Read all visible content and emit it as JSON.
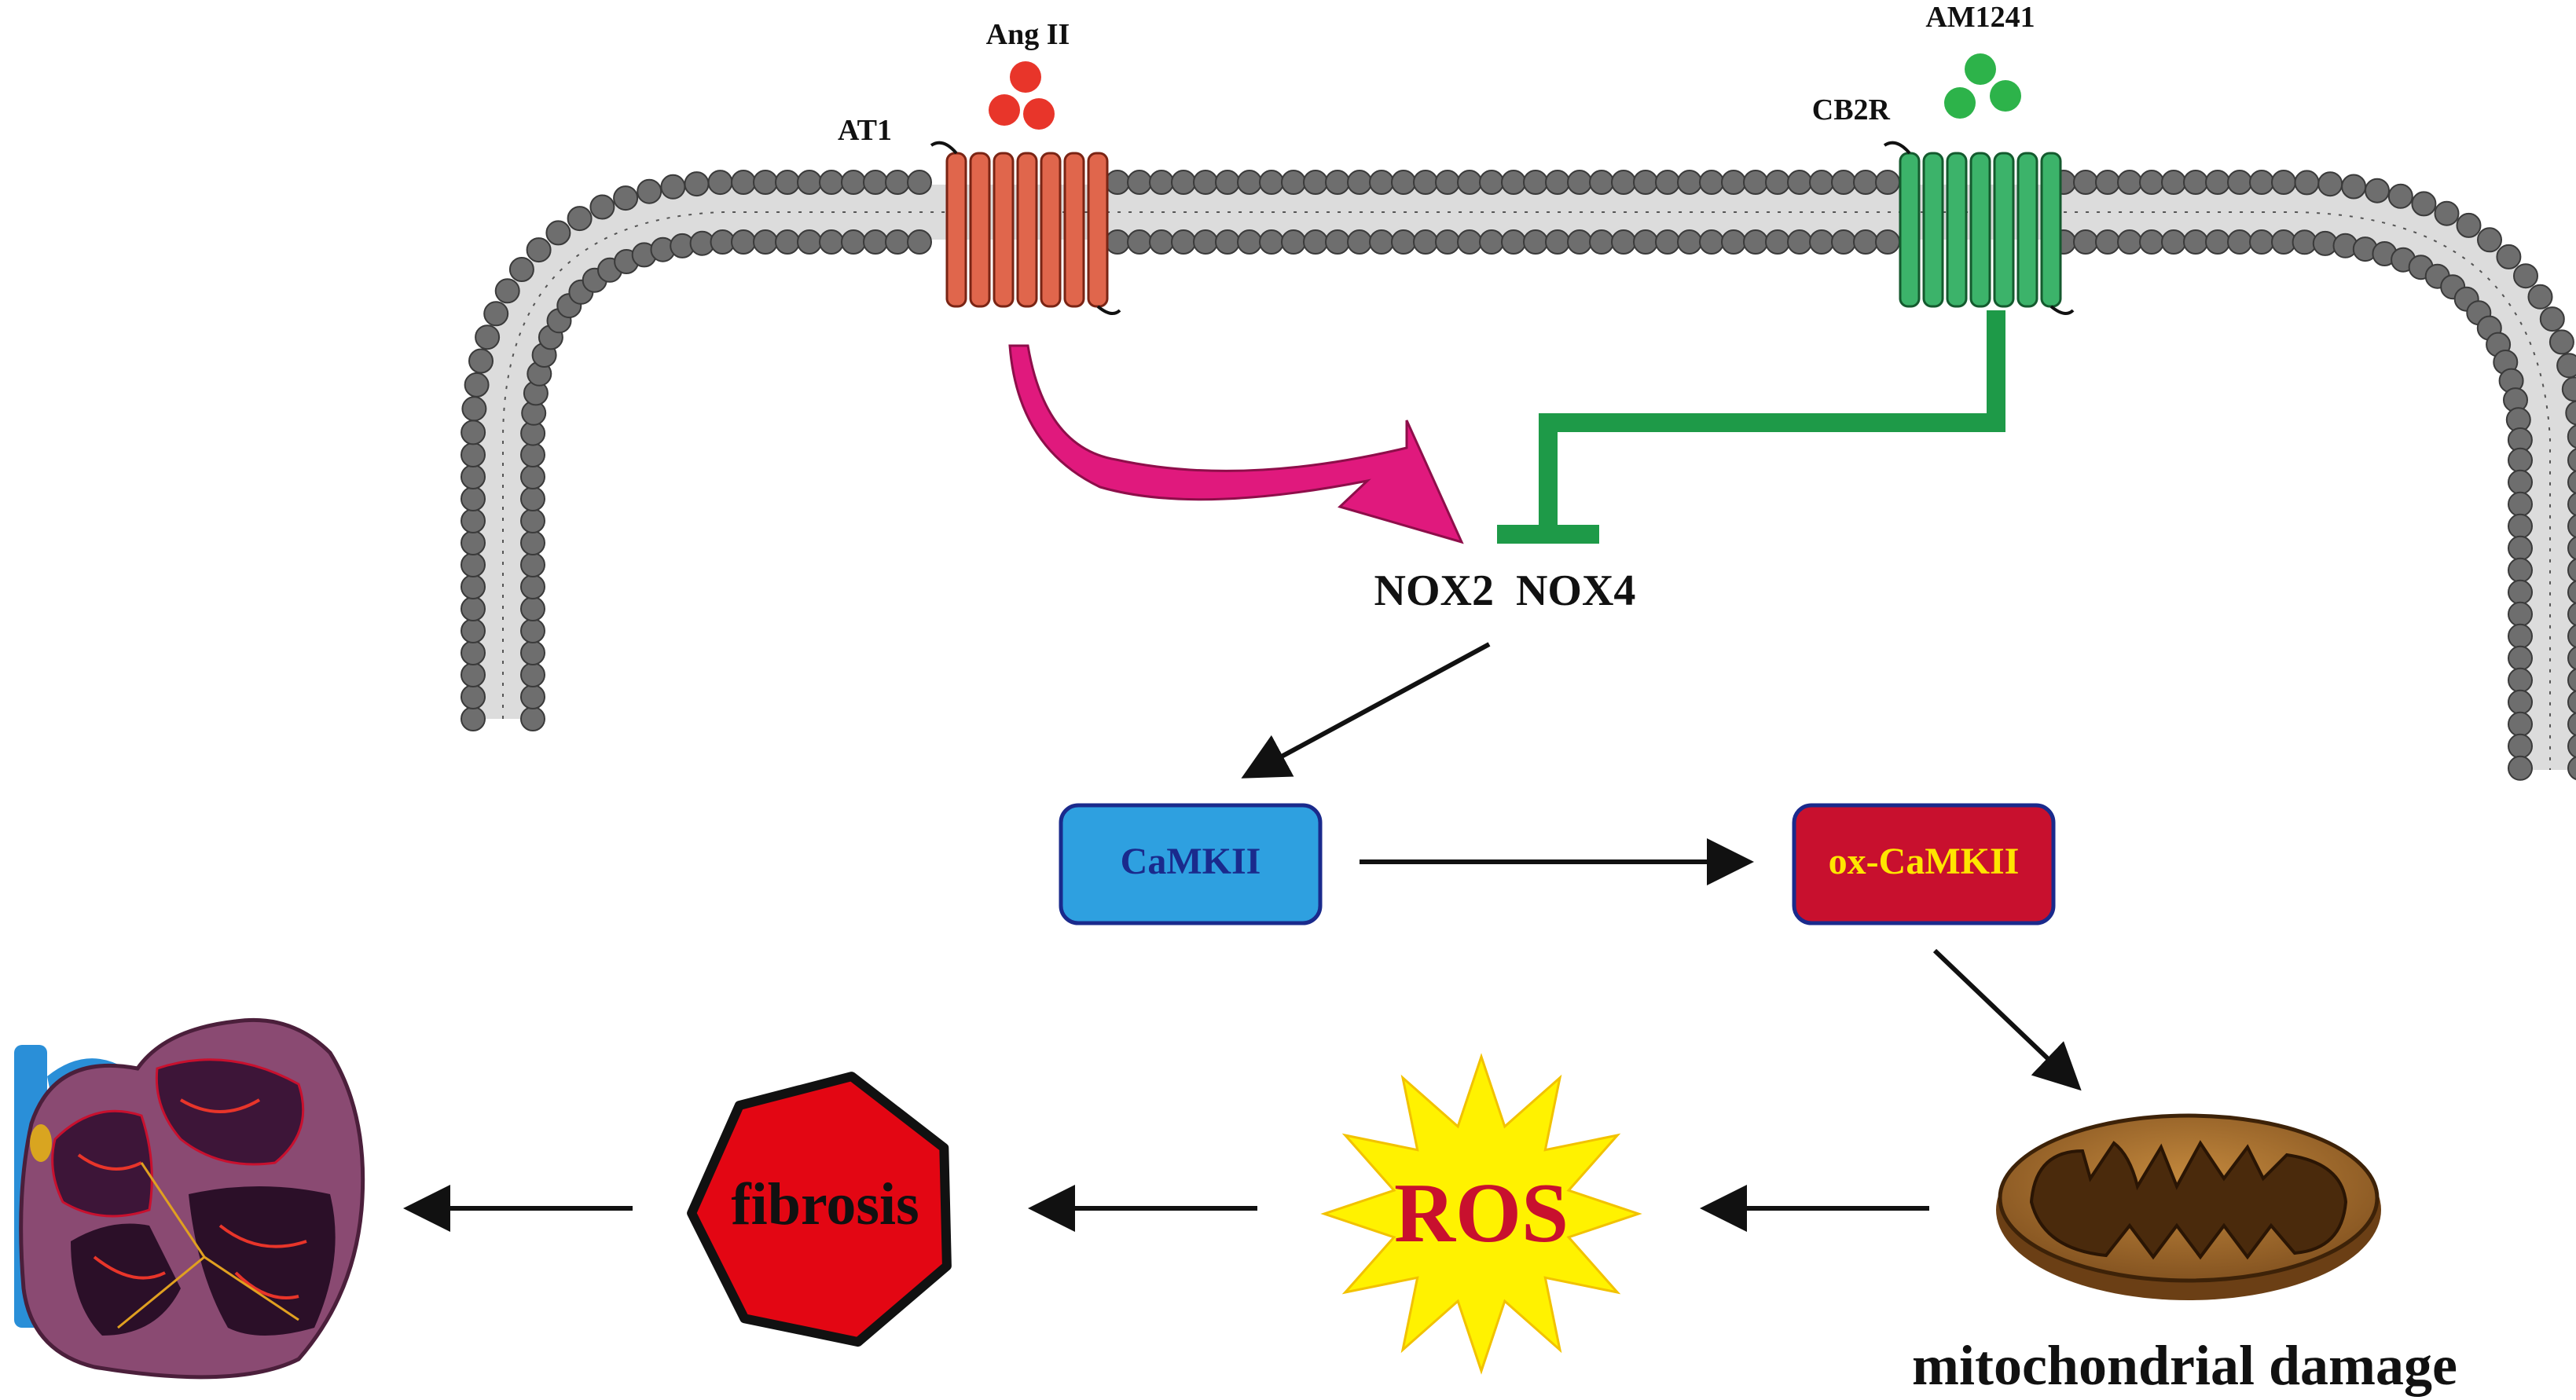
{
  "ligands": {
    "ang": {
      "label": "Ang II",
      "color": "#e8352a"
    },
    "am": {
      "label": "AM1241",
      "color": "#2db34a"
    }
  },
  "receptors": {
    "at1": {
      "label": "AT1",
      "color": "#e0664c"
    },
    "cb2r": {
      "label": "CB2R",
      "color": "#3cb36a"
    }
  },
  "nox": {
    "label": "NOX2  NOX4"
  },
  "camkii": {
    "label": "CaMKII",
    "fill": "#2ea0e0"
  },
  "ox_camkii": {
    "label": "ox-CaMKII",
    "fill": "#c8102e",
    "text_color": "#ffe600"
  },
  "mito": {
    "label": "mitochondrial damage"
  },
  "ros": {
    "label": "ROS",
    "fill": "#fff200",
    "text_color": "#c8102e"
  },
  "fibrosis": {
    "label": "fibrosis",
    "fill": "#e30613"
  },
  "colors": {
    "membrane_head": "#6e6e6e",
    "activation_arrow": "#e0197d",
    "inhibition": "#1e9a48",
    "arrow": "#111111"
  }
}
